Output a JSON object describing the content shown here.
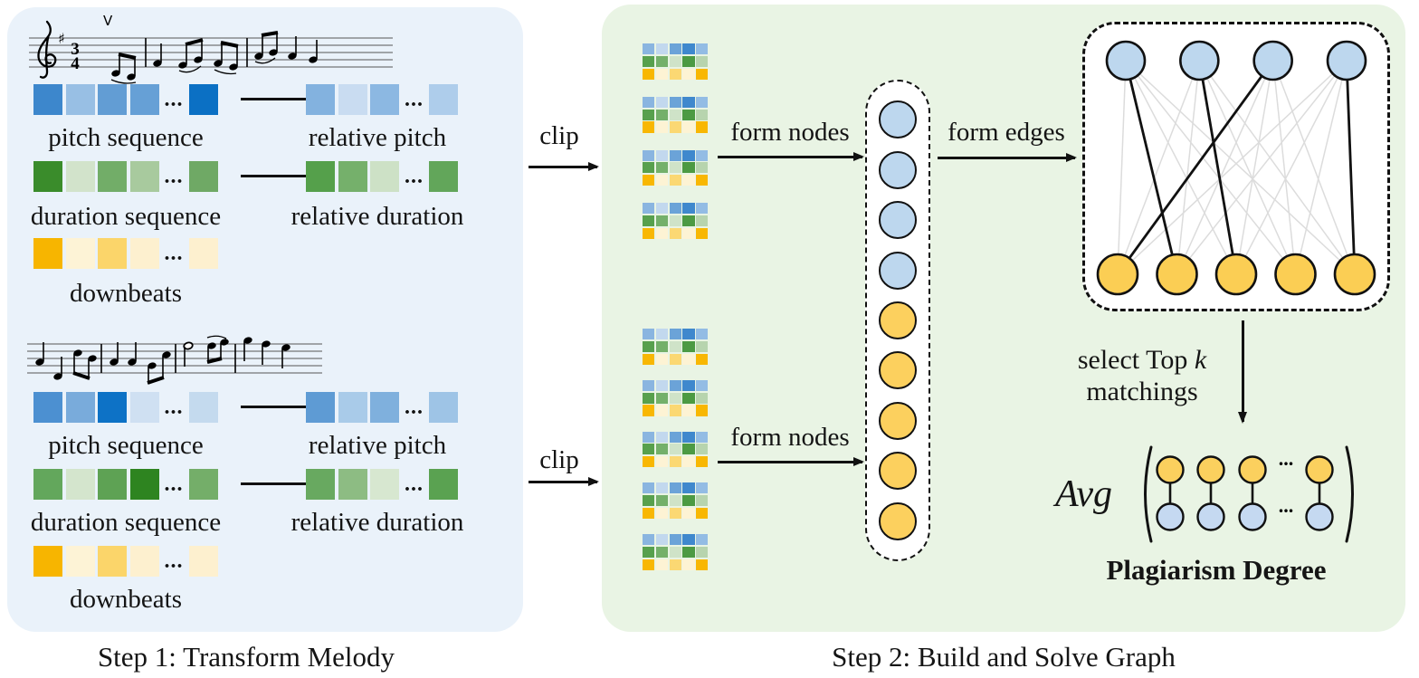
{
  "figure": {
    "step1_caption": "Step 1: Transform Melody",
    "step2_caption": "Step 2: Build and Solve Graph"
  },
  "labels": {
    "clip": "clip",
    "form_nodes": "form nodes",
    "form_edges": "form edges",
    "select_top": "select Top ",
    "k_italic": "k",
    "matchings": "matchings",
    "avg": "Avg",
    "plagiarism_degree": "Plagiarism Degree",
    "ellipsis": "...",
    "upbow_mark": "V",
    "sharp": "♯",
    "time_sig_top": "3",
    "time_sig_bottom": "4"
  },
  "row_labels": {
    "pitch_sequence": "pitch sequence",
    "relative_pitch": "relative pitch",
    "duration_sequence": "duration sequence",
    "relative_duration": "relative duration",
    "downbeats": "downbeats"
  },
  "melodies": [
    {
      "name": "melody-1",
      "pitch_seq": [
        "#3d87cc",
        "#98bfe4",
        "#629dd4",
        "#66a0d6",
        "dots",
        "#0b70c4"
      ],
      "pitch_rel": [
        "#83b2df",
        "#c9dcf1",
        "#8cb8e2",
        "dots",
        "#aecdeb"
      ],
      "dur_seq": [
        "#3a8c2b",
        "#d2e3cb",
        "#72ad68",
        "#a8ca9e",
        "dots",
        "#6fa965"
      ],
      "dur_rel": [
        "#55a04b",
        "#75b06b",
        "#cde1c6",
        "dots",
        "#62a65a"
      ],
      "down_seq": [
        "#f7b500",
        "#fdf3d6",
        "#fbd56a",
        "#fdf0cf",
        "dots",
        "#fdf0cf"
      ]
    },
    {
      "name": "melody-2",
      "pitch_seq": [
        "#4c90d1",
        "#79abdb",
        "#0d72c6",
        "#cfe0f2",
        "dots",
        "#c4daee"
      ],
      "pitch_rel": [
        "#5e9bd4",
        "#a9cbe9",
        "#7fb0dd",
        "dots",
        "#9ec4e6"
      ],
      "dur_seq": [
        "#63a75c",
        "#d4e5cd",
        "#5ea254",
        "#2e8420",
        "dots",
        "#74ae69"
      ],
      "dur_rel": [
        "#68a960",
        "#8dbc83",
        "#d7e7d0",
        "dots",
        "#5aa251"
      ],
      "down_seq": [
        "#f7b500",
        "#fdf3d6",
        "#fbd56a",
        "#fdf0cf",
        "dots",
        "#fdf0cf"
      ]
    }
  ],
  "clip_grid_rows": [
    [
      "#8ab5e0",
      "#c2d8ee",
      "#6ba3d8",
      "#3f88cd",
      "#93bce4"
    ],
    [
      "#57a04d",
      "#74b06a",
      "#cfe3c8",
      "#4c9a43",
      "#b7d4ae"
    ],
    [
      "#f8b703",
      "#fdf3d4",
      "#fbd873",
      "#fdf3d4",
      "#f8b703"
    ]
  ],
  "clip_counts": {
    "query_clips": 4,
    "candidate_clips": 5
  },
  "node_column": {
    "fills": [
      "#bdd7ee",
      "#bdd7ee",
      "#bdd7ee",
      "#bdd7ee",
      "#fcd05e",
      "#fcd05e",
      "#fcd05e",
      "#fcd05e",
      "#fcd05e"
    ]
  },
  "bipartite": {
    "top_count": 4,
    "bottom_count": 5,
    "top_fill": "#bdd7ee",
    "bottom_fill": "#fbce54",
    "edge_color": "#dcdcdc",
    "match_color": "#111111",
    "matchings": [
      [
        0,
        1
      ],
      [
        1,
        2
      ],
      [
        2,
        0
      ],
      [
        3,
        4
      ]
    ]
  },
  "avg_group": {
    "pair_count": 4,
    "top_fill": "#fbd05e",
    "bottom_fill": "#c5d9f1"
  },
  "colors": {
    "panel_left_bg": "#eaf2fa",
    "panel_right_bg": "#e9f4e4",
    "ink": "#111111"
  }
}
